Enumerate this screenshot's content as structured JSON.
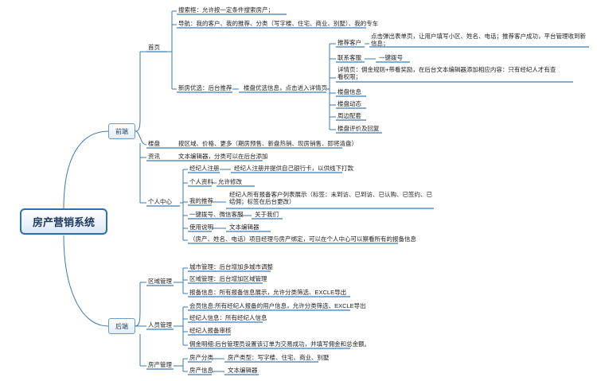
{
  "root": "房产营销系统",
  "branches": {
    "front": "前端",
    "back": "后端"
  },
  "front": {
    "home": {
      "label": "首页",
      "search": "搜索框：允许按一定条件搜索房产；",
      "nav": "导航：我的客户、我的推荐、分类（写字楼、住宅、商业、别墅）、我的专车",
      "new_house_label": "新房优选：后台推荐",
      "listing_info": "楼盘优选信息，点击进入详情页",
      "recommend_client": "推荐客户",
      "recommend_client_desc": "点击弹出表单页，让用户填写小区、姓名、电话；推荐客户成功，平台管理收到新信息；",
      "contact_agent": "联系客服",
      "one_click_call": "一键拨号",
      "detail_page": "详情页：佣金规则+带看奖励，在后台文本编辑器添加相应内容：只有经纪人才有查看权限；",
      "listing_detail": "楼盘信息",
      "listing_news": "楼盘动态",
      "nearby": "周边配套",
      "listing_review": "楼盘评价及回复"
    },
    "listings": {
      "label": "楼盘",
      "desc": "按区域、价格、更多（期房预售、新盘热销、现房销售、即将清盘）"
    },
    "news": {
      "label": "资讯",
      "desc": "文本编辑器，分类可以在后台添加"
    },
    "personal": {
      "label": "个人中心",
      "agent_register": "经纪人注册",
      "agent_register_desc": "经纪人注册并提供自己银行卡，以供线下打款",
      "profile": "个人资料",
      "profile_desc": "允许修改",
      "my_recommend": "我的推荐",
      "my_recommend_desc": "经纪人所有报备客户列表展示（标签：未到访、已到访、已认购、已签约、已结佣；标签在后台更改）",
      "call_service": "一键拨号、微信客服",
      "about_us": "关于我们",
      "manual": "使用说明",
      "text_editor": "文本编辑器",
      "binding": "（房产、姓名、电话）项目经理与房产绑定，可以在个人中心可以察看所有的报备信息"
    }
  },
  "back": {
    "region": {
      "label": "区域管理",
      "city": "城市管理：后台增加多城市调整",
      "area": "区域管理：后台增加区域管理",
      "report": "报备信息：所有报备信息展示，允许分类筛选、EXCLE导出"
    },
    "people": {
      "label": "人员管理",
      "member": "会员信息:所有经纪人报备的用户信息，允许分类筛选、EXCLE导出",
      "agent_info": "经纪人信息：所有经纪人信息",
      "agent_audit": "经纪人报备审核",
      "commission": "佣金明细:后台管理员设置该订单为交易成功，并填写佣金和总金额。"
    },
    "property": {
      "label": "房产管理",
      "category": "房产分类",
      "category_desc": "房产类型：写字楼、住宅、商业、别墅",
      "info": "房产信息",
      "info_desc": "文本编辑器"
    }
  }
}
